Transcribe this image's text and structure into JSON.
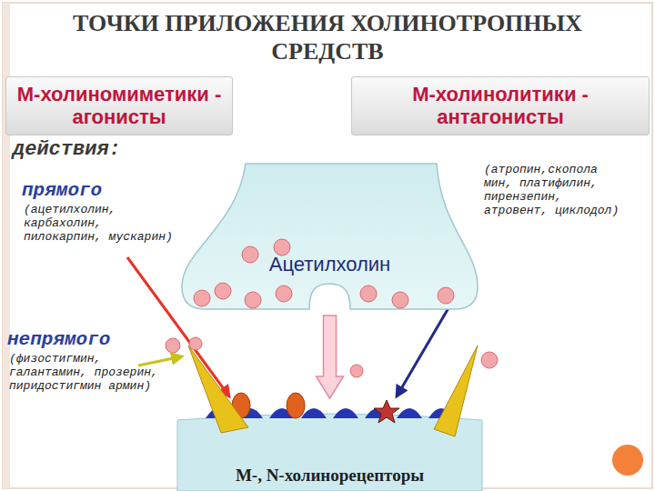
{
  "diagram": {
    "title": "ТОЧКИ ПРИЛОЖЕНИЯ ХОЛИНОТРОПНЫХ СРЕДСТВ",
    "nodes": [
      {
        "text": [
          "М-холиномиметики - агонисты"
        ]
      },
      {
        "text": [
          "М-холинолитики - антагонисты"
        ]
      },
      {
        "text": [
          "Ацетилхолин"
        ]
      },
      {
        "text": [
          "М-, N-холинорецепторы"
        ]
      }
    ],
    "edges": [
      {
        "from": 2,
        "to": 3,
        "arrow": "to"
      }
    ],
    "labels": [
      "действия:",
      "прямого",
      "(ацетилхолин, карбахолин, пилокарпин, мускарин)",
      "непрямого",
      "(физостигмин, галантамин, прозерин, пиридостигмин армин)",
      "(атропин,скопола мин, платифилин, пирензепин, атровент, циклодол)"
    ]
  }
}
